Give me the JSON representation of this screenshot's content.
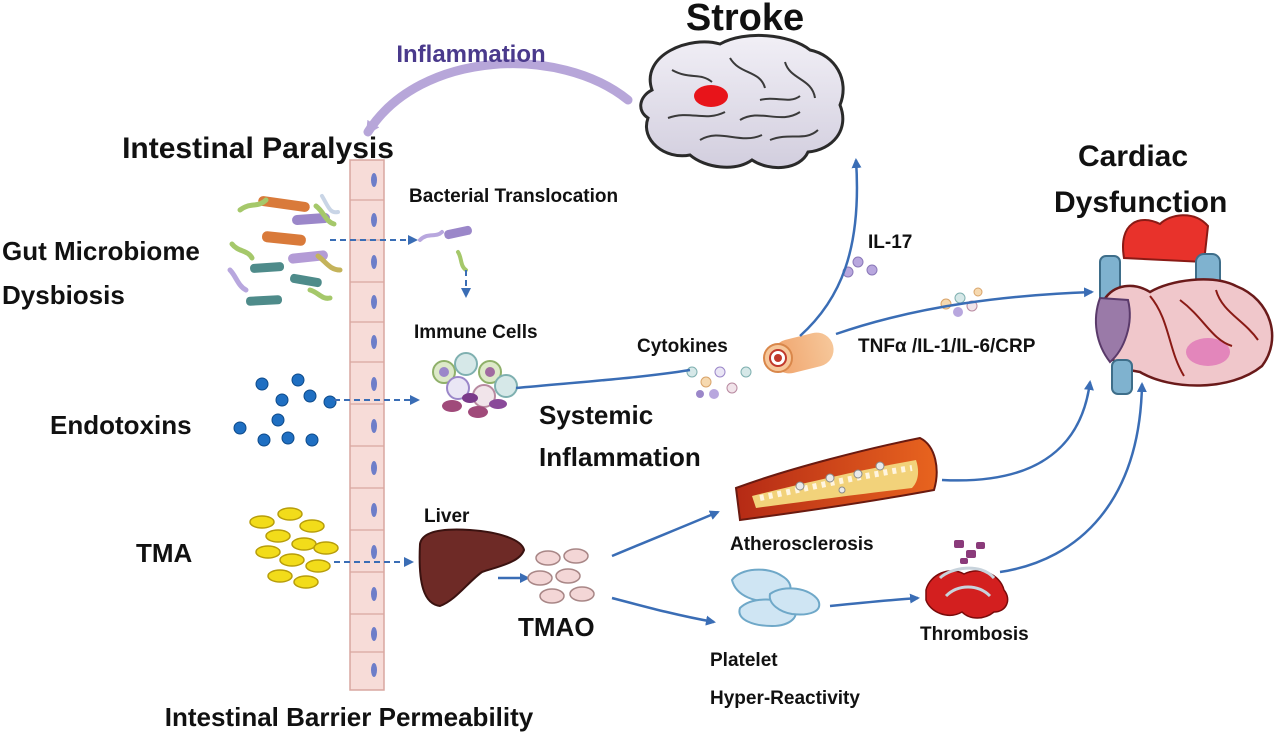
{
  "labels": {
    "stroke": "Stroke",
    "inflammation": "Inflammation",
    "intestinal_paralysis": "Intestinal Paralysis",
    "bacterial_translocation": "Bacterial  Translocation",
    "gut_microbiome_line1": "Gut Microbiome",
    "gut_microbiome_line2": "Dysbiosis",
    "il17": "IL-17",
    "immune_cells": "Immune Cells",
    "cytokines": "Cytokines",
    "tnf_list": "TNFα /IL-1/IL-6/CRP",
    "endotoxins": "Endotoxins",
    "systemic_line1": "Systemic",
    "systemic_line2": "Inflammation",
    "liver": "Liver",
    "tma": "TMA",
    "atherosclerosis": "Atherosclerosis",
    "tmao": "TMAO",
    "platelet_line1": "Platelet",
    "platelet_line2": "Hyper-Reactivity",
    "thrombosis": "Thrombosis",
    "cardiac_line1": "Cardiac",
    "cardiac_line2": "Dysfunction",
    "barrier": "Intestinal Barrier Permeability"
  },
  "colors": {
    "arrow": "#3a6db5",
    "inflammation_arc": "#b7a6d9",
    "brain": "#e6e3ee",
    "brain_lesion": "#e8141a",
    "endotoxin": "#1f6fc2",
    "tma": "#f2dc1a",
    "liver": "#6e2a26",
    "barrier_cell": "#f7dcd8",
    "heart_red": "#e8322b",
    "heart_blue": "#7fb2cf"
  }
}
